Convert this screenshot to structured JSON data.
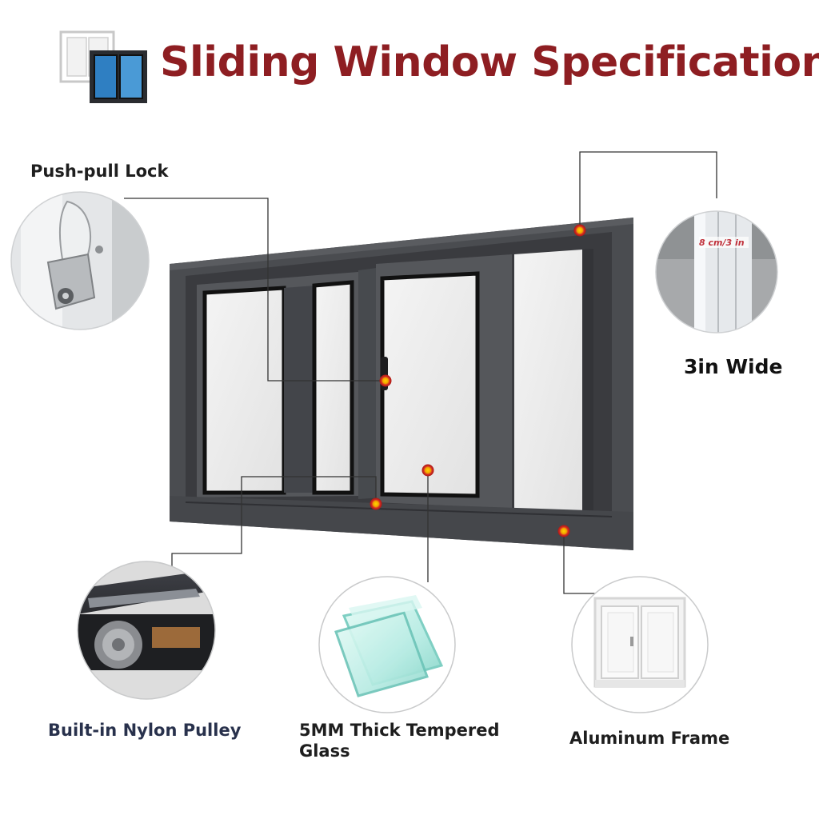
{
  "page": {
    "title": "Sliding Window Specification"
  },
  "features": {
    "lock": {
      "label": "Push-pull Lock",
      "icon": "lock-handle-icon"
    },
    "width": {
      "label": "3in Wide",
      "profile_text": "8 cm/3 in",
      "icon": "frame-profile-icon"
    },
    "pulley": {
      "label": "Built-in Nylon Pulley",
      "icon": "pulley-icon"
    },
    "glass": {
      "label_line1": "5MM Thick Tempered",
      "label_line2": "Glass",
      "icon": "glass-pane-icon"
    },
    "frame": {
      "label": "Aluminum Frame",
      "icon": "white-window-icon"
    }
  },
  "colors": {
    "title": "#8e1e22",
    "frame": "#4a4c50",
    "marker": "#d42b23",
    "marker_center": "#f5c400"
  }
}
